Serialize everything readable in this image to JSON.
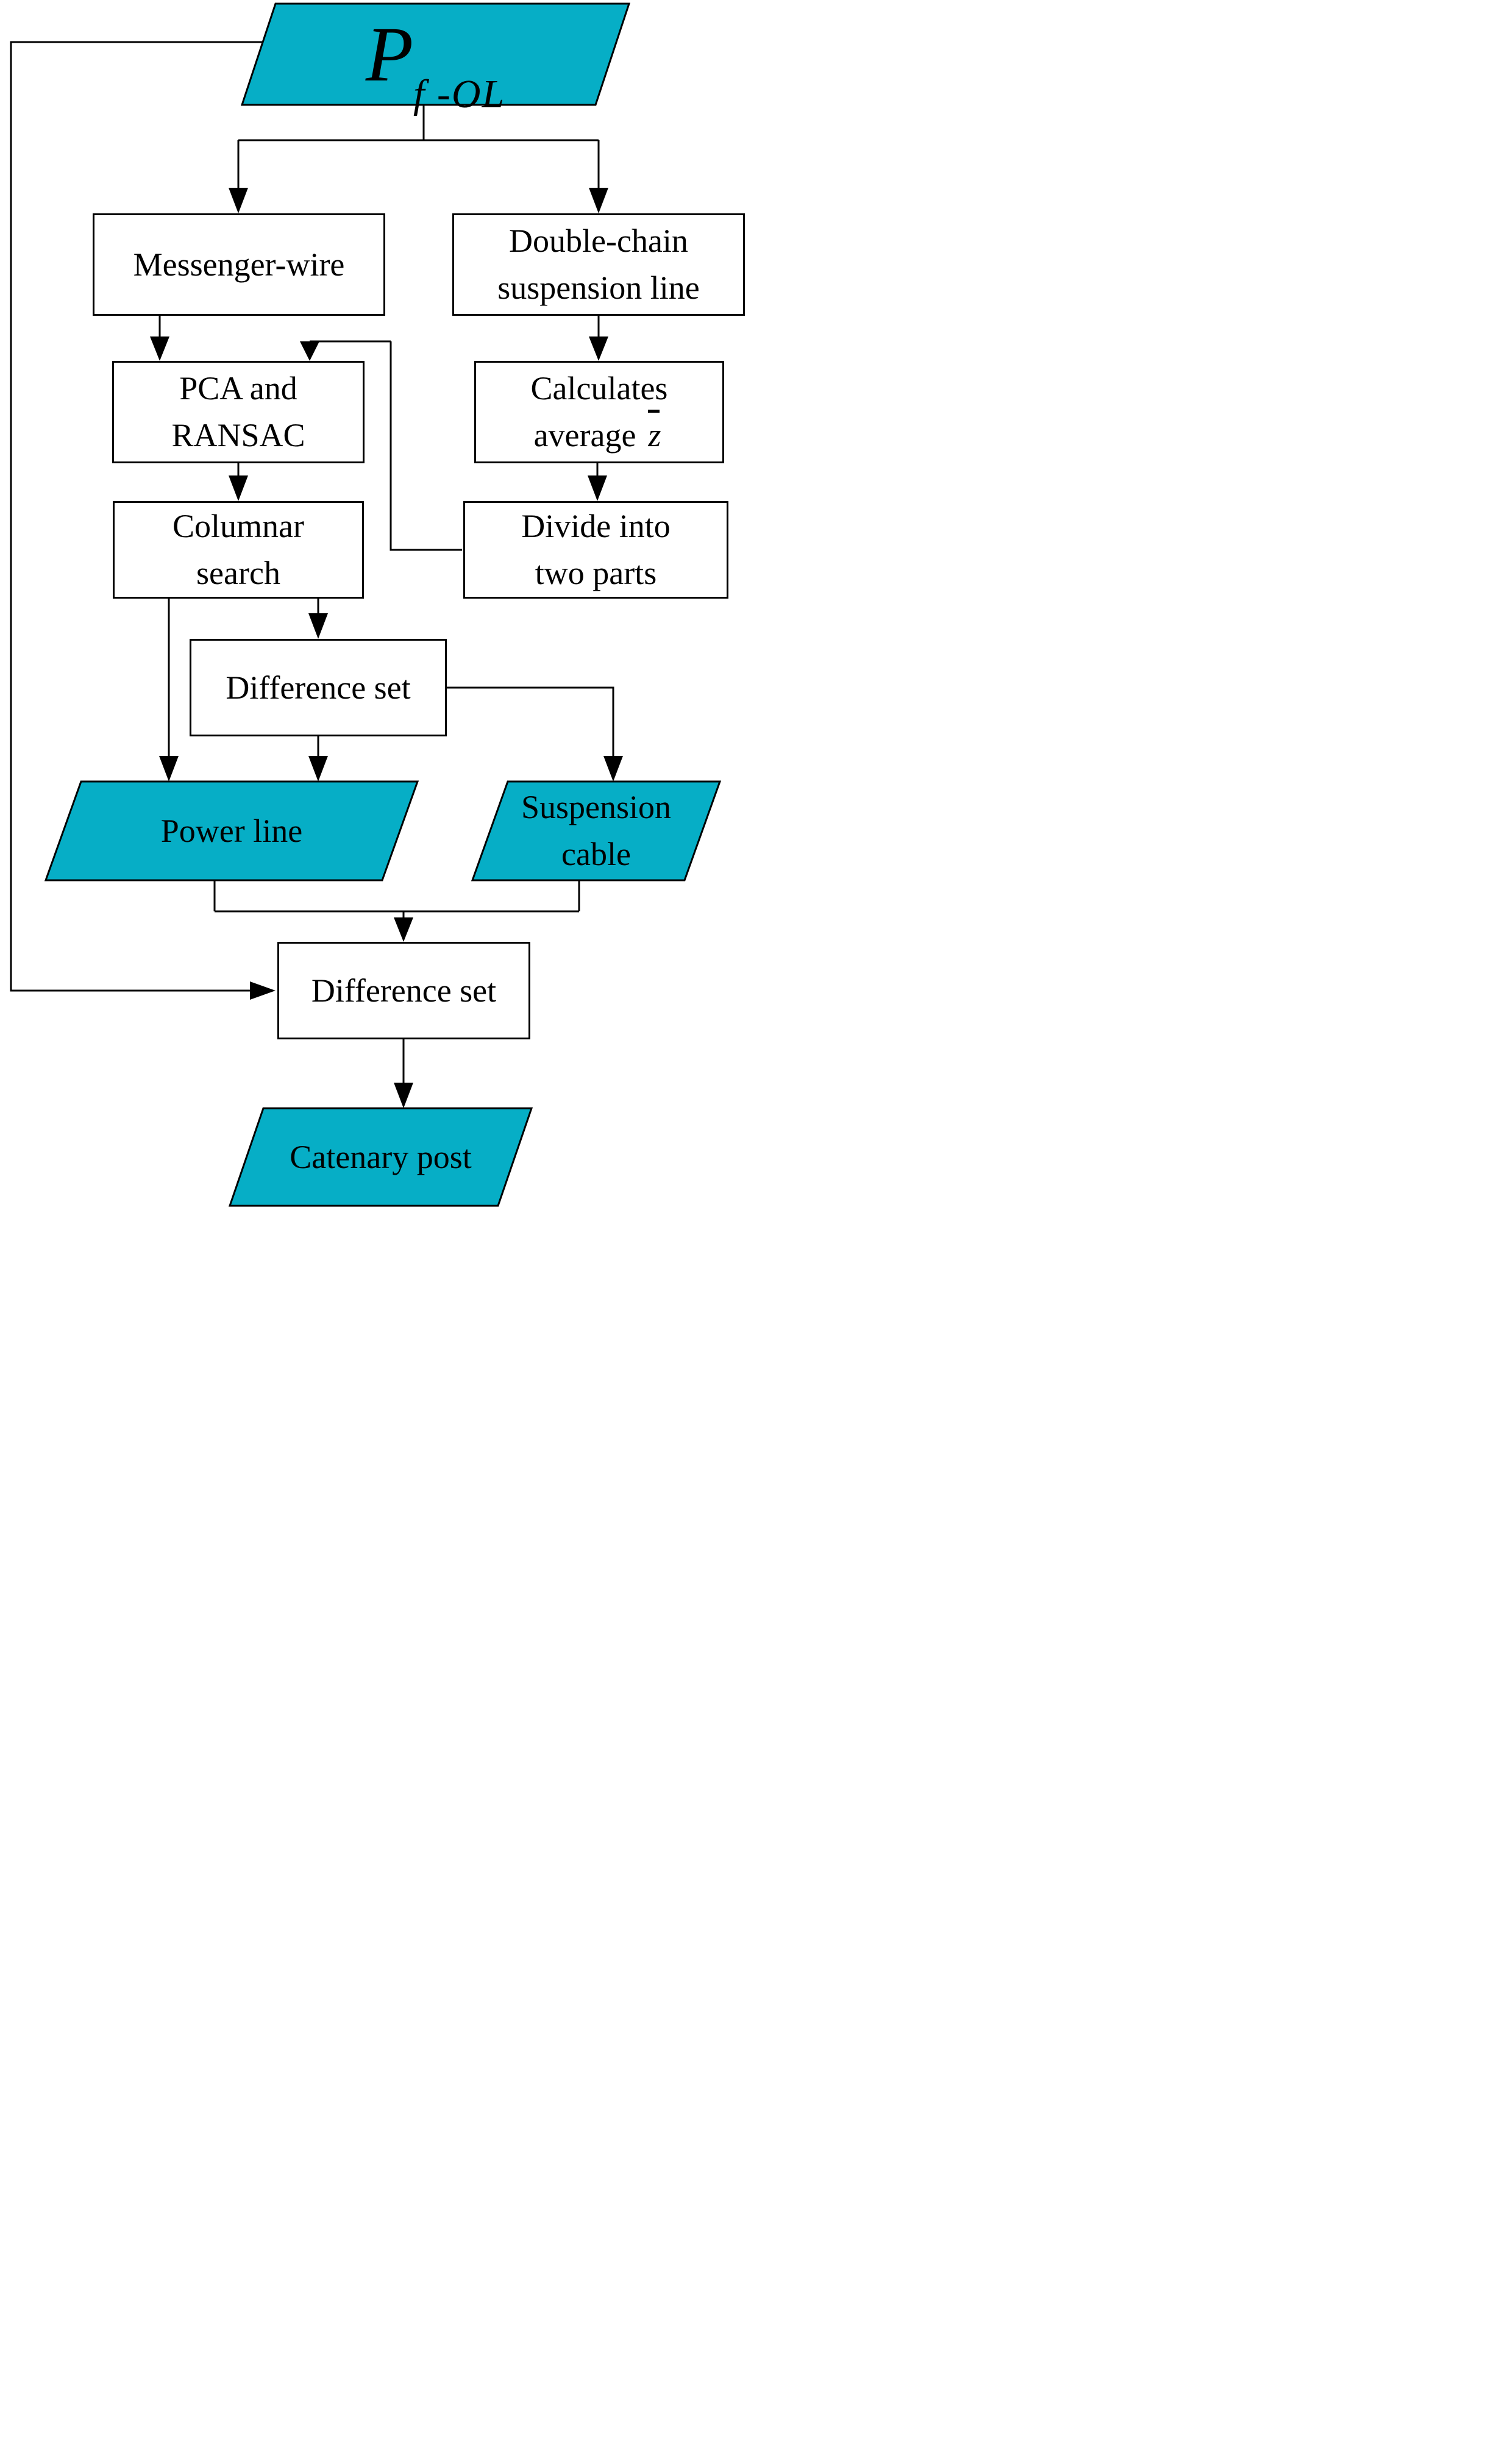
{
  "colors": {
    "accent": "#06AEC6",
    "stroke": "#000000"
  },
  "nodes": {
    "pfol": {
      "main": "P",
      "sub": "f -OL"
    },
    "messenger": {
      "label": "Messenger-wire"
    },
    "double_chain": {
      "line1": "Double-chain",
      "line2": "suspension line"
    },
    "pca": {
      "line1": "PCA and",
      "line2": "RANSAC"
    },
    "calculates": {
      "line1": "Calculates",
      "line2_prefix": "average",
      "line2_var": "z"
    },
    "columnar": {
      "line1": "Columnar",
      "line2": "search"
    },
    "divide": {
      "line1": "Divide into",
      "line2": "two parts"
    },
    "difference_set_1": {
      "label": "Difference set"
    },
    "power_line": {
      "label": "Power line"
    },
    "suspension_cable": {
      "line1": "Suspension",
      "line2": "cable"
    },
    "difference_set_2": {
      "label": "Difference set"
    },
    "catenary_post": {
      "label": "Catenary post"
    }
  }
}
